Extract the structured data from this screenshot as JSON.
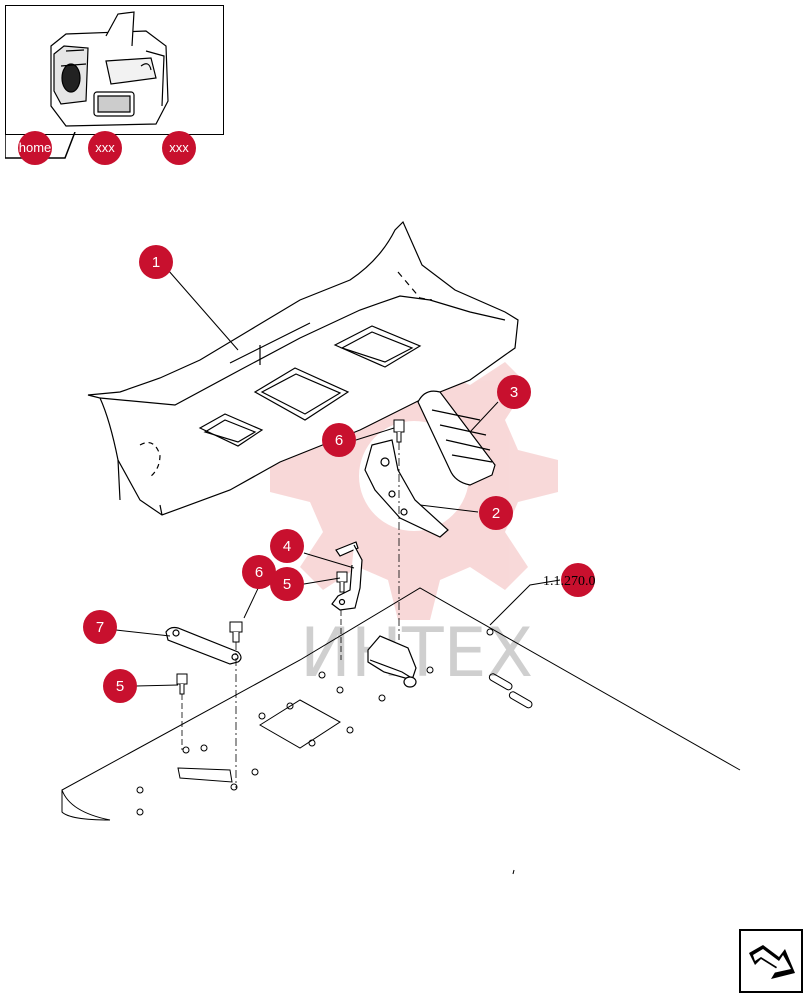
{
  "nav": {
    "home_label": "home",
    "xxx1_label": "xxx",
    "xxx2_label": "xxx"
  },
  "thumbnail": {
    "icon": "excavator-cab-icon"
  },
  "callouts": [
    {
      "id": "callout-1",
      "label": "1"
    },
    {
      "id": "callout-2",
      "label": "2"
    },
    {
      "id": "callout-3",
      "label": "3"
    },
    {
      "id": "callout-4",
      "label": "4"
    },
    {
      "id": "callout-5a",
      "label": "5"
    },
    {
      "id": "callout-5b",
      "label": "5"
    },
    {
      "id": "callout-6a",
      "label": "6"
    },
    {
      "id": "callout-6b",
      "label": "6"
    },
    {
      "id": "callout-7",
      "label": "7"
    }
  ],
  "reference": {
    "text": "1.1.270.0"
  },
  "watermark": {
    "text": "ИНТЕХ",
    "color": "#e8a0a0"
  },
  "colors": {
    "callout": "#c8102e",
    "line": "#000000"
  },
  "next_button": {
    "icon": "next-page-arrow-icon"
  }
}
